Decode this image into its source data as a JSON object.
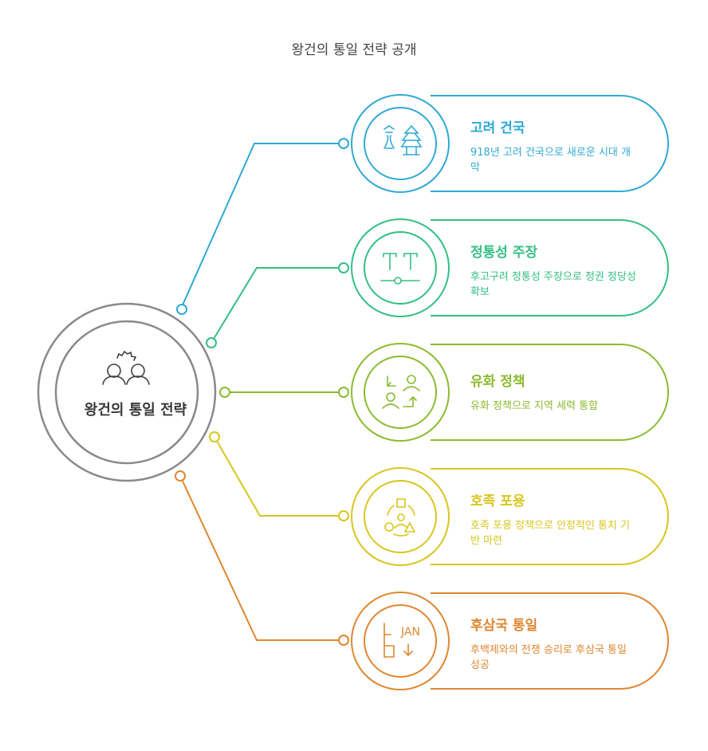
{
  "title": "왕건의 통일 전략 공개",
  "center": {
    "label": "왕건의 통일 전략",
    "icon": "two-people-icon"
  },
  "items": [
    {
      "title": "고려 건국",
      "desc": "918년 고려 건국으로 새로운 시대 개막",
      "color": "#2fa9d4",
      "icon": "pagoda-icon"
    },
    {
      "title": "정통성 주장",
      "desc": "후고구려 정통성 주장으로 정권 정당성 확보",
      "color": "#33bf84",
      "icon": "text-balance-icon"
    },
    {
      "title": "유화 정책",
      "desc": "유화 정책으로 지역 세력 통합",
      "color": "#8bbb2e",
      "icon": "people-exchange-icon"
    },
    {
      "title": "호족 포용",
      "desc": "호족 포용 정책으로 안정적인 통치 기반 마련",
      "color": "#d8c61e",
      "icon": "shapes-cycle-icon"
    },
    {
      "title": "후삼국 통일",
      "desc": "후백제와의 전쟁 승리로 후삼국 통일 성공",
      "color": "#df8730",
      "icon": "calendar-jan-icon"
    }
  ]
}
